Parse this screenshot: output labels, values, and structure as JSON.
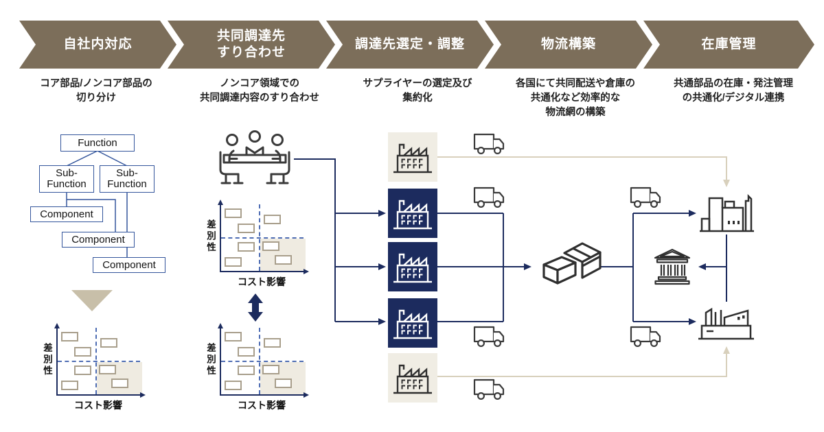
{
  "process_steps": [
    {
      "title": "自社内対応",
      "desc_lines": [
        "コア部品/ノンコア部品の",
        "切り分け"
      ]
    },
    {
      "title": "共同調達先すり合わせ",
      "title_lines": [
        "共同調達先",
        "すり合わせ"
      ],
      "desc_lines": [
        "ノンコア領域での",
        "共同調達内容のすり合わせ"
      ]
    },
    {
      "title": "調達先選定・調整",
      "desc_lines": [
        "サプライヤーの選定及び",
        "集約化"
      ]
    },
    {
      "title": "物流構築",
      "desc_lines": [
        "各国にて共同配送や倉庫の",
        "共通化など効率的な",
        "物流網の構築"
      ]
    },
    {
      "title": "在庫管理",
      "desc_lines": [
        "共通部品の在庫・発注管理",
        "の共通化/デジタル連携"
      ]
    }
  ],
  "tree": {
    "function": "Function",
    "sub_lines": [
      "Sub-",
      "Function"
    ],
    "component": "Component"
  },
  "matrix": {
    "y_label": "差別性",
    "x_label": "コスト影響"
  },
  "colors": {
    "chevron_brown": "#7c6e5a",
    "navy": "#1c2b5e",
    "tree_blue": "#32549b",
    "beige_panel": "#f0ede4",
    "beige_line": "#d8d0bc",
    "shade_beige": "#efebe1",
    "matrix_box_border": "#a89e8b",
    "icon_dark": "#333333"
  },
  "icons": {
    "meeting": "meeting-people-icon",
    "factory": "factory-icon",
    "truck": "delivery-truck-icon",
    "packages": "stacked-boxes-icon",
    "institution": "bank-columns-icon",
    "plant": "manufacturing-plant-icon",
    "down_arrow": "down-triangle-arrow",
    "swap_arrow": "double-headed-arrow"
  }
}
